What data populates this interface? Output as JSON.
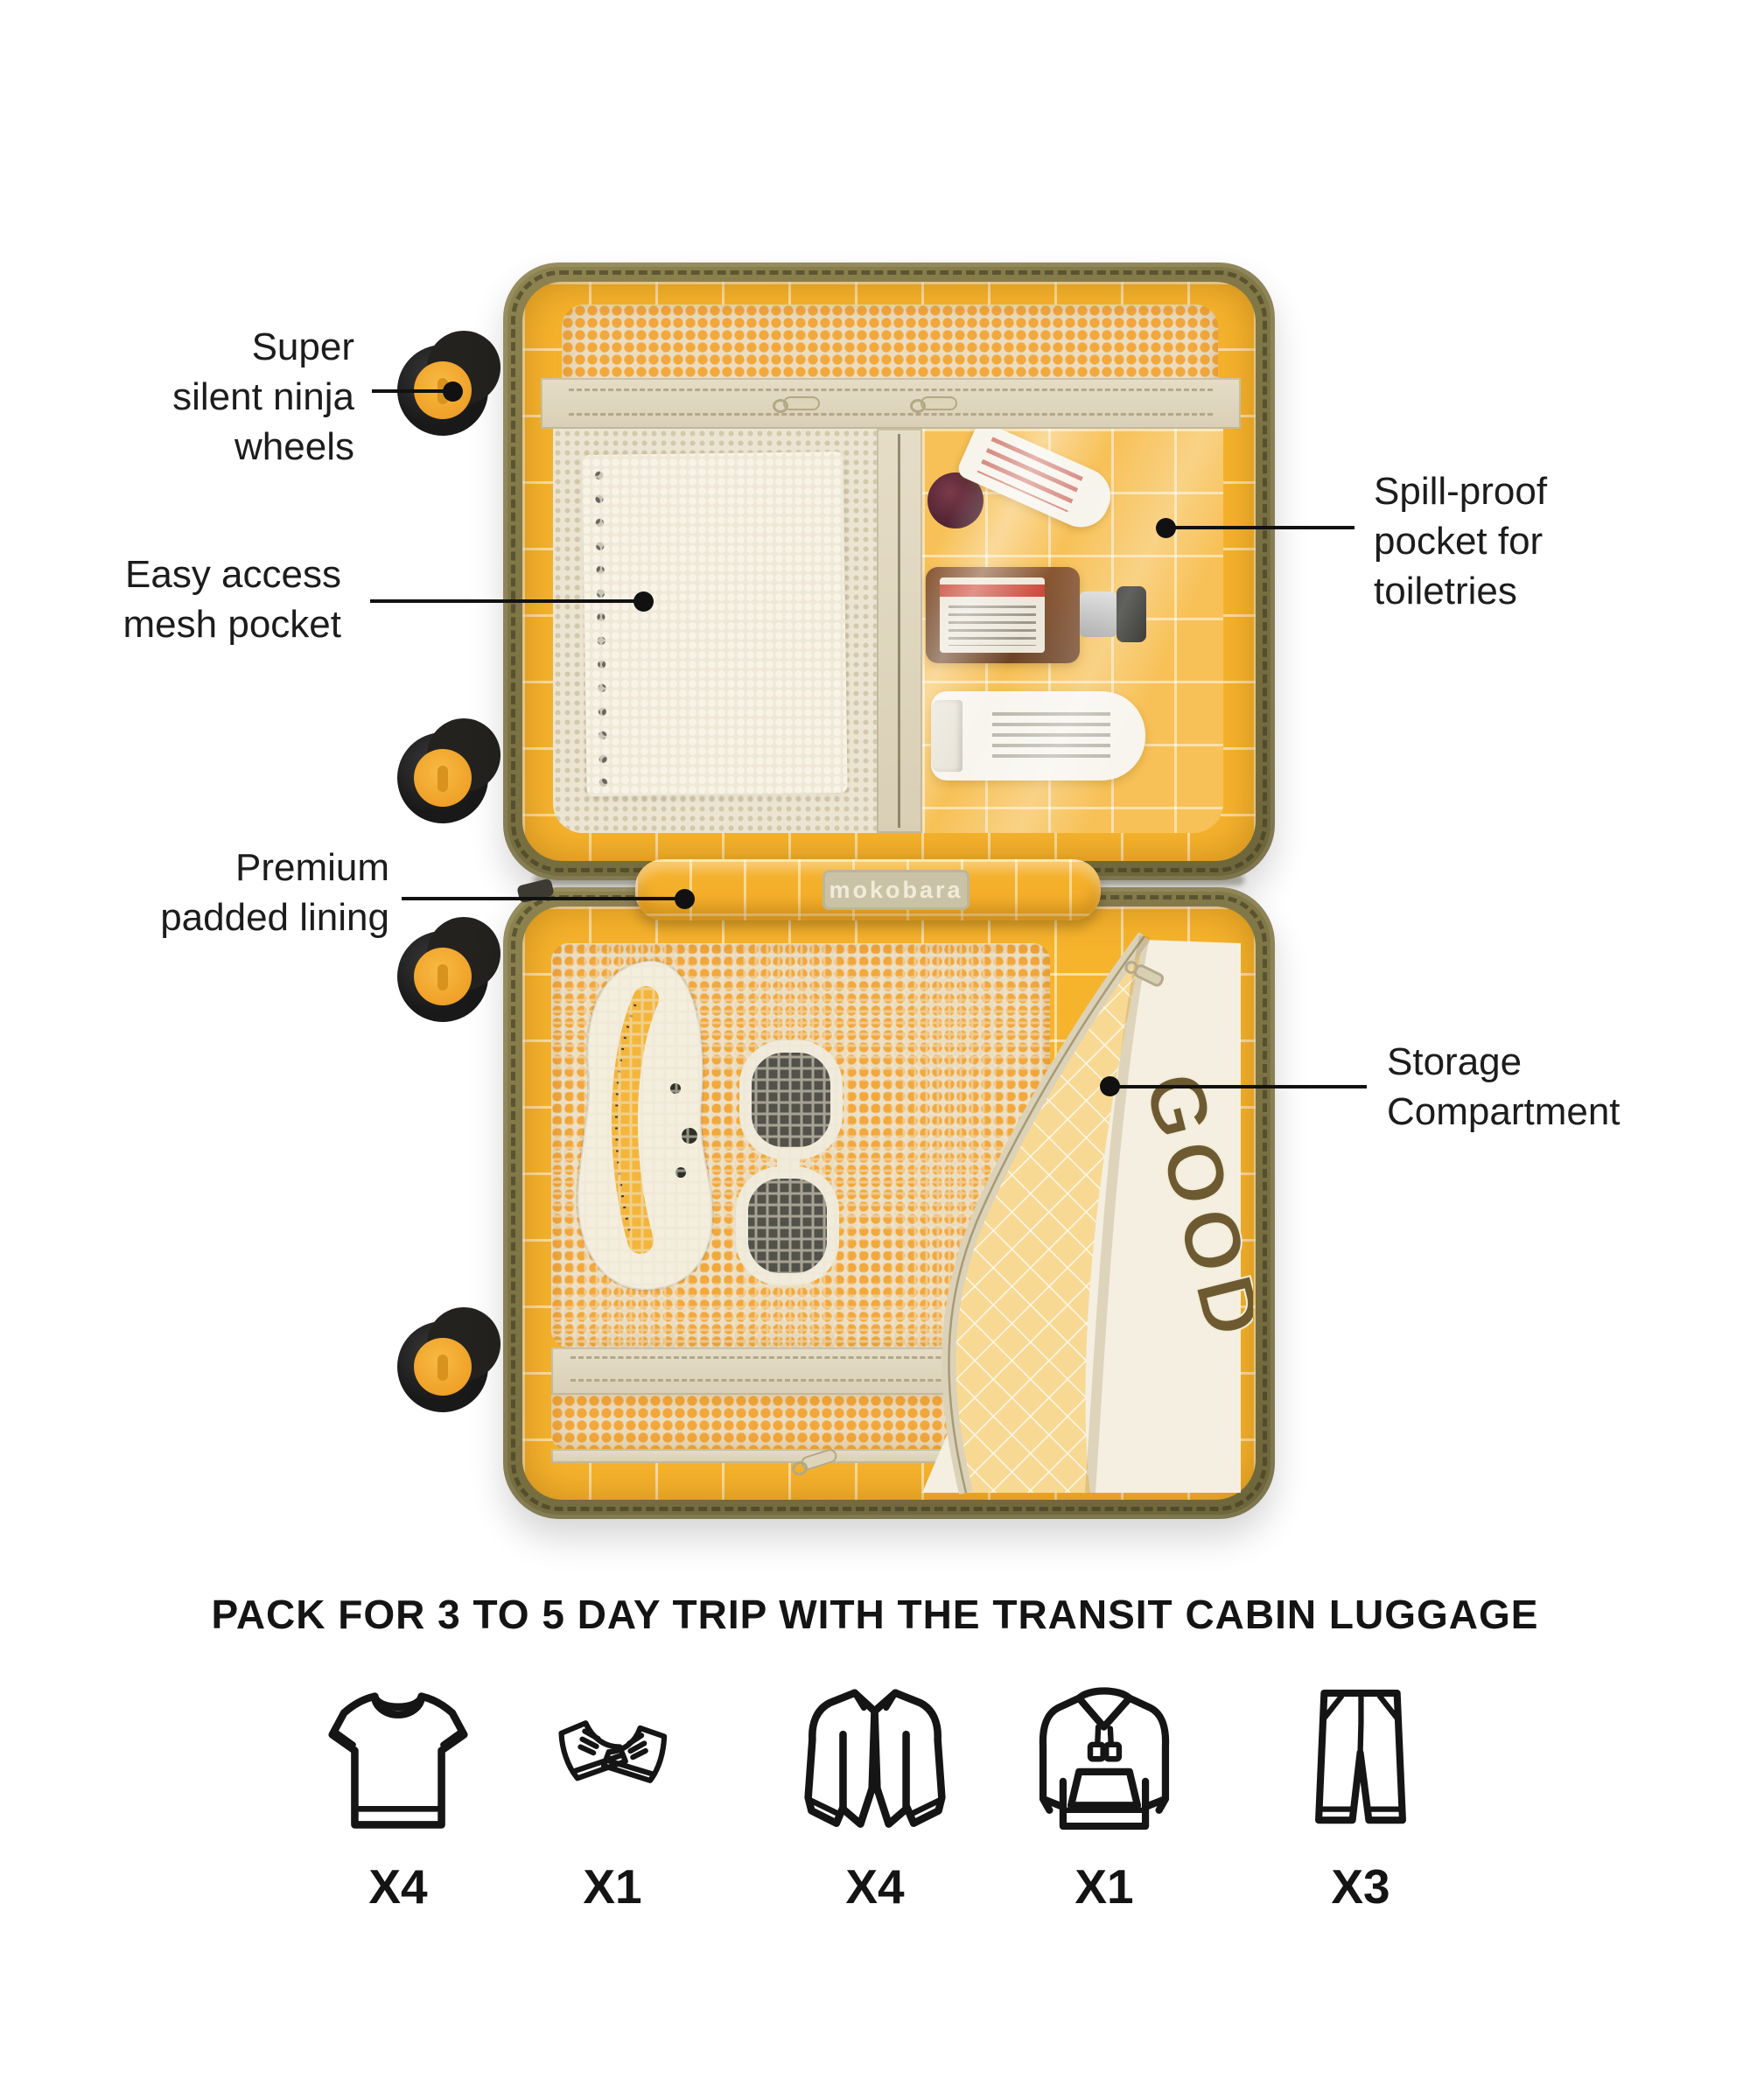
{
  "callouts": {
    "wheels": {
      "label": "Super\nsilent ninja\nwheels"
    },
    "mesh": {
      "label": "Easy access\nmesh pocket"
    },
    "spill": {
      "label": "Spill-proof\npocket for\ntoiletries"
    },
    "padding": {
      "label": "Premium\npadded lining"
    },
    "storage": {
      "label": "Storage\nCompartment"
    }
  },
  "suitcase": {
    "brand_label": "mokobara",
    "garment_text": "GOOD"
  },
  "pack_section": {
    "title": "PACK FOR 3 TO 5 DAY TRIP WITH THE TRANSIT CABIN LUGGAGE",
    "items": [
      {
        "icon": "tshirt-icon",
        "count": "X4"
      },
      {
        "icon": "sneakers-icon",
        "count": "X1"
      },
      {
        "icon": "shirt-icon",
        "count": "X4"
      },
      {
        "icon": "hoodie-icon",
        "count": "X1"
      },
      {
        "icon": "pants-icon",
        "count": "X3"
      }
    ]
  },
  "colors": {
    "shell_olive": "#7d7444",
    "lining_yellow": "#f6b32c",
    "mesh_cream": "#ece5d2",
    "wheel_hub_yellow": "#f0a92e",
    "flap_yellow": "#f8d994",
    "garment_letter_brown": "#6d5a31",
    "label_beige": "#c9c2a6",
    "text_dark": "#1c1c1c"
  }
}
